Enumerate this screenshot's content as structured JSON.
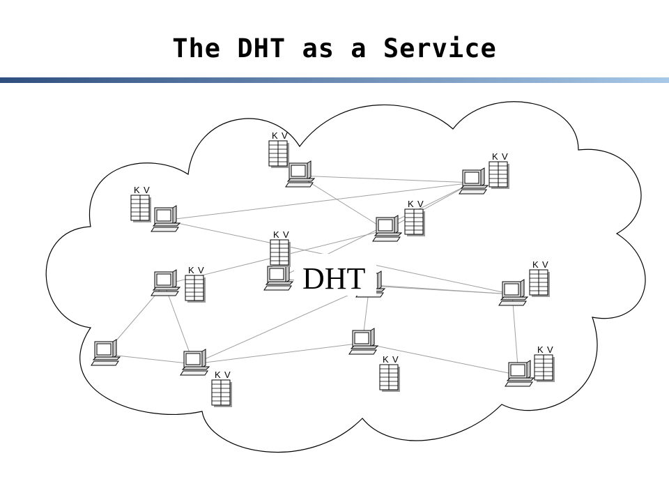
{
  "slide": {
    "title": "The DHT as a Service"
  },
  "diagram": {
    "center_label": "DHT",
    "table_key_label": "K",
    "table_value_label": "V",
    "colors": {
      "title_rule_dark": "#2f4f7f",
      "title_rule_light": "#a8c8e8",
      "cloud_stroke": "#000000",
      "link_stroke": "#a0a0a0",
      "computer_body": "#e8e8e8",
      "computer_screen": "#ffffff"
    },
    "nodes": [
      {
        "id": "n1",
        "has_table": true
      },
      {
        "id": "n2",
        "has_table": true
      },
      {
        "id": "n3",
        "has_table": true
      },
      {
        "id": "n4",
        "has_table": true
      },
      {
        "id": "n5",
        "has_table": true
      },
      {
        "id": "n6",
        "has_table": true
      },
      {
        "id": "n7",
        "has_table": true
      },
      {
        "id": "n8",
        "has_table": false
      },
      {
        "id": "n9",
        "has_table": true
      },
      {
        "id": "n10",
        "has_table": true
      },
      {
        "id": "n11",
        "has_table": true
      },
      {
        "id": "n12",
        "has_table": true
      }
    ],
    "links": [
      [
        "n1",
        "n2"
      ],
      [
        "n1",
        "n3"
      ],
      [
        "n2",
        "n3"
      ],
      [
        "n2",
        "n4"
      ],
      [
        "n4",
        "n6"
      ],
      [
        "n5",
        "n6"
      ],
      [
        "n7",
        "n8"
      ],
      [
        "n7",
        "n9"
      ],
      [
        "n9",
        "n10"
      ],
      [
        "n9",
        "n12"
      ],
      [
        "n10",
        "n11"
      ],
      [
        "n10",
        "n12"
      ],
      [
        "n11",
        "n6"
      ],
      [
        "n12",
        "n5"
      ],
      [
        "n8",
        "n9"
      ],
      [
        "n3",
        "n7"
      ],
      [
        "n6",
        "n12"
      ],
      [
        "n2",
        "n5"
      ]
    ]
  }
}
